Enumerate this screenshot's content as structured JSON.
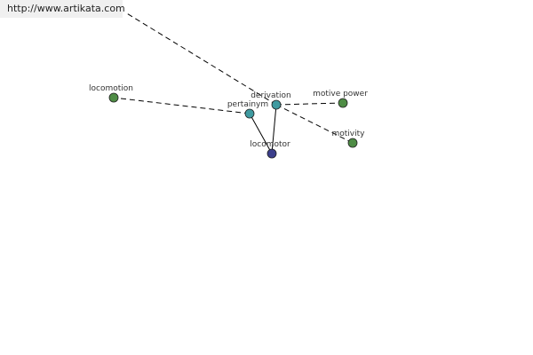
{
  "url_link": "http://www.artikata.com",
  "colors": {
    "main_node": "#3c3f8c",
    "relation_node": "#3f9aa0",
    "word_node": "#4e8c45",
    "edge": "#000000"
  },
  "graph": {
    "nodes": [
      {
        "id": "locomotor",
        "label": "locomotor",
        "kind": "main"
      },
      {
        "id": "pertainym",
        "label": "pertainym",
        "kind": "relation"
      },
      {
        "id": "derivation",
        "label": "derivation",
        "kind": "relation"
      },
      {
        "id": "locomotion",
        "label": "locomotion",
        "kind": "word"
      },
      {
        "id": "motive-power",
        "label": "motive power",
        "kind": "word"
      },
      {
        "id": "motivity",
        "label": "motivity",
        "kind": "word"
      }
    ],
    "edges": [
      {
        "from": "locomotor",
        "to": "pertainym",
        "style": "solid"
      },
      {
        "from": "locomotor",
        "to": "derivation",
        "style": "solid"
      },
      {
        "from": "pertainym",
        "to": "locomotion",
        "style": "dashed"
      },
      {
        "from": "derivation",
        "to": "motive-power",
        "style": "dashed"
      },
      {
        "from": "derivation",
        "to": "motivity",
        "style": "dashed"
      },
      {
        "from": "derivation",
        "to": "offscreen",
        "style": "dashed"
      }
    ]
  }
}
